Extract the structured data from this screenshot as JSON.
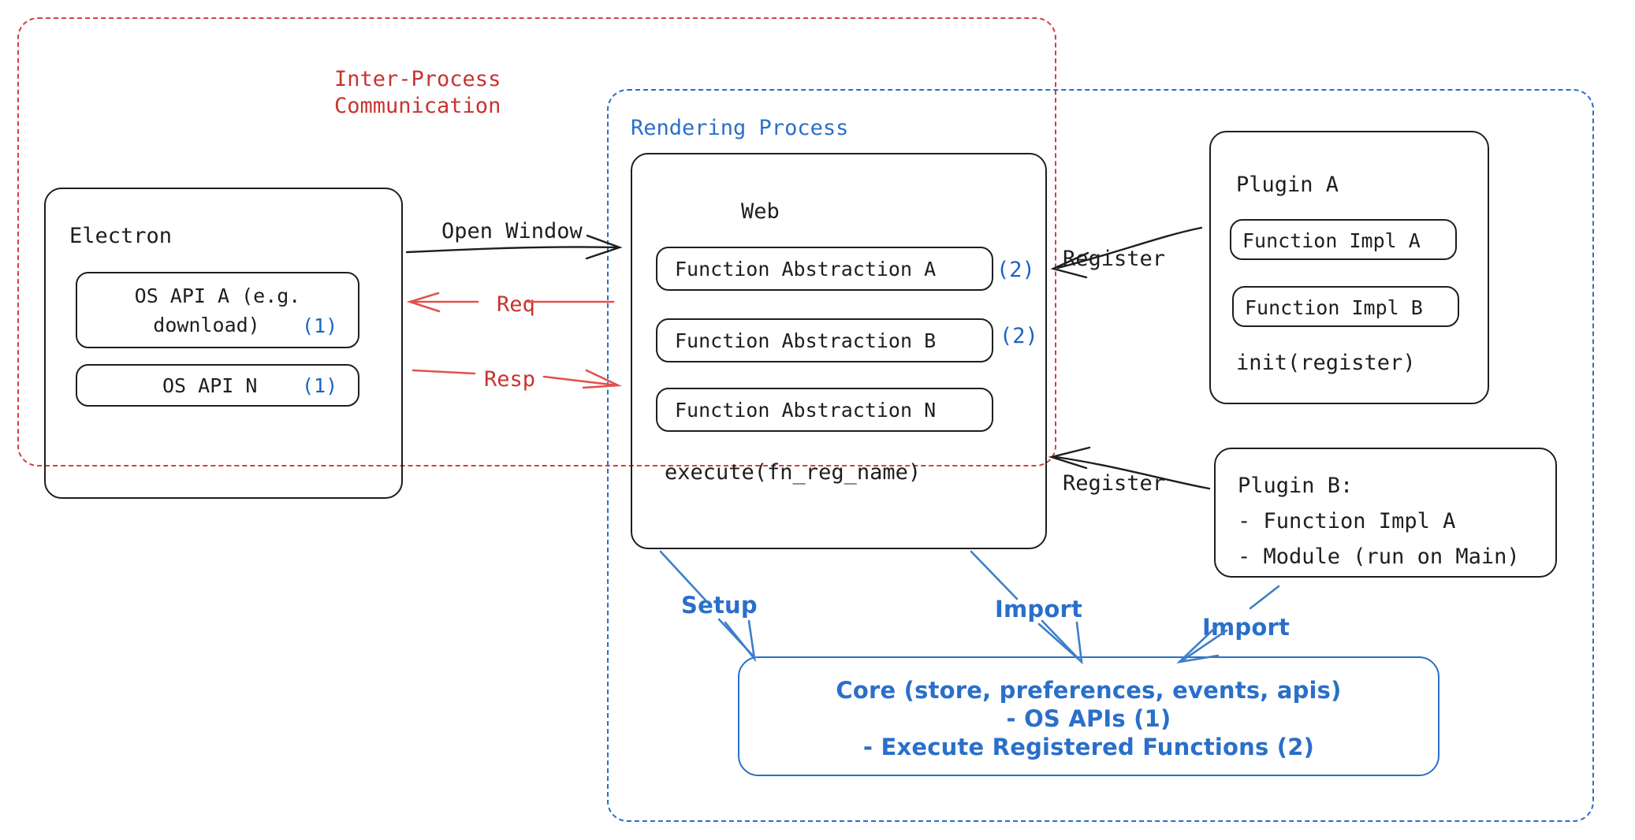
{
  "regions": {
    "ipc": {
      "label_line1": "Inter-Process",
      "label_line2": "Communication",
      "color": "#c8332f"
    },
    "rendering": {
      "label": "Rendering Process",
      "color": "#2a6fc9"
    }
  },
  "electron": {
    "title": "Electron",
    "apis": [
      {
        "line1": "OS API A (e.g.",
        "line2": "download)",
        "marker": "(1)"
      },
      {
        "line1": "OS API N",
        "marker": "(1)"
      }
    ]
  },
  "web": {
    "title": "Web",
    "abstractions": [
      {
        "label": "Function Abstraction A",
        "marker": "(2)"
      },
      {
        "label": "Function Abstraction B",
        "marker": "(2)"
      },
      {
        "label": "Function Abstraction N",
        "marker": ""
      }
    ],
    "execute": "execute(fn_reg_name)"
  },
  "plugin_a": {
    "title": "Plugin A",
    "functions": [
      "Function Impl A",
      "Function Impl B"
    ],
    "init": "init(register)"
  },
  "plugin_b": {
    "title": "Plugin B:",
    "items": [
      "- Function Impl A",
      "- Module (run on Main)"
    ]
  },
  "core": {
    "line1": "Core (store, preferences, events, apis)",
    "line2": "- OS APIs (1)",
    "line3": "- Execute Registered Functions (2)",
    "color": "#2a6fc9"
  },
  "arrows": {
    "open_window": "Open Window",
    "req": "Req",
    "resp": "Resp",
    "register_a": "Register",
    "register_b": "Register",
    "setup": "Setup",
    "import_web": "Import",
    "import_plugin": "Import"
  },
  "colors": {
    "ink": "#1e1e1e",
    "red": "#c8332f",
    "blue": "#2a6fc9",
    "marker_blue": "#1864c4"
  }
}
